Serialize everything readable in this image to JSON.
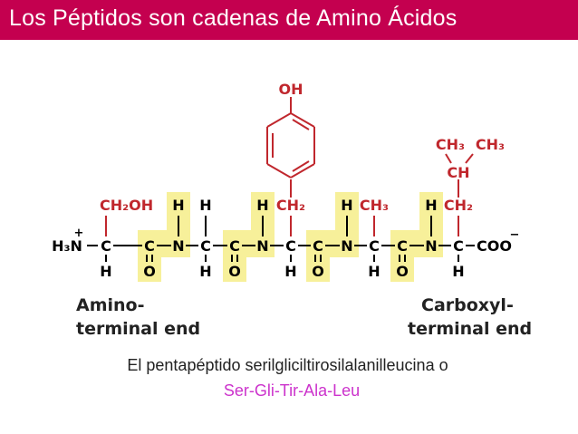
{
  "header": {
    "title": "Los Péptidos son cadenas de Amino Ácidos",
    "background": "#c4004f"
  },
  "diagram": {
    "colors": {
      "bonds": "#000000",
      "side_chains": "#c0272d",
      "peptide_highlight": "#f7f09a"
    },
    "n_terminus": "H₃N",
    "n_charge": "+",
    "c_terminus": "COO",
    "c_charge": "−",
    "residues": [
      {
        "alpha": "C",
        "side_chain": "CH₂OH",
        "alpha_h": "H"
      },
      {
        "alpha": "C",
        "side_chain": "H",
        "alpha_h": "H"
      },
      {
        "alpha": "C",
        "side_chain": "CH₂",
        "alpha_h": "H",
        "ring_substituent": "OH"
      },
      {
        "alpha": "C",
        "side_chain": "CH₃",
        "alpha_h": "H"
      },
      {
        "alpha": "C",
        "side_chain": "CH₂",
        "alpha_h": "H",
        "branch": "CH",
        "branch_methyls": [
          "CH₃",
          "CH₃"
        ]
      }
    ],
    "peptide_bonds": [
      {
        "carbonyl_c": "C",
        "carbonyl_o": "O",
        "amide_n": "N",
        "amide_h": "H"
      },
      {
        "carbonyl_c": "C",
        "carbonyl_o": "O",
        "amide_n": "N",
        "amide_h": "H"
      },
      {
        "carbonyl_c": "C",
        "carbonyl_o": "O",
        "amide_n": "N",
        "amide_h": "H"
      },
      {
        "carbonyl_c": "C",
        "carbonyl_o": "O",
        "amide_n": "N",
        "amide_h": "H"
      }
    ],
    "amino_label": [
      "Amino-",
      "terminal end"
    ],
    "carboxyl_label": [
      "Carboxyl-",
      "terminal end"
    ]
  },
  "caption": {
    "line1": "El pentapéptido serilgliciltirosilalanilleucina o",
    "line2": "Ser-Gli-Tir-Ala-Leu"
  }
}
